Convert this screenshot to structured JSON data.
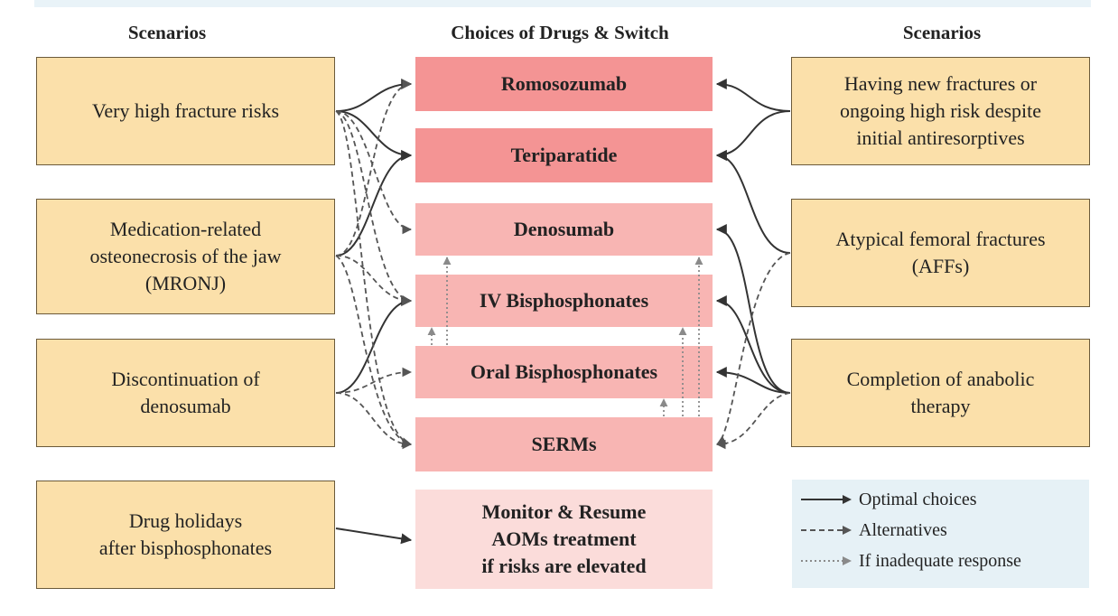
{
  "headers": {
    "left": "Scenarios",
    "center": "Choices of Drugs & Switch",
    "right": "Scenarios"
  },
  "scenarios_left": [
    {
      "label": "Very high fracture risks"
    },
    {
      "label": "Medication-related\nosteonecrosis of the jaw\n(MRONJ)"
    },
    {
      "label": "Discontinuation of\ndenosumab"
    },
    {
      "label": "Drug holidays\nafter bisphosphonates"
    }
  ],
  "drugs": [
    {
      "label": "Romosozumab",
      "color": "#f49494"
    },
    {
      "label": "Teriparatide",
      "color": "#f49494"
    },
    {
      "label": "Denosumab",
      "color": "#f8b5b3"
    },
    {
      "label": "IV Bisphosphonates",
      "color": "#f8b5b3"
    },
    {
      "label": "Oral Bisphosphonates",
      "color": "#f8b5b3"
    },
    {
      "label": "SERMs",
      "color": "#f8b5b3"
    },
    {
      "label": "Monitor & Resume\nAOMs treatment\nif risks are elevated",
      "color": "#fbdcda"
    }
  ],
  "scenarios_right": [
    {
      "label": "Having new fractures or\nongoing high risk despite\ninitial antiresorptives"
    },
    {
      "label": "Atypical femoral fractures\n(AFFs)"
    },
    {
      "label": "Completion of anabolic\ntherapy"
    }
  ],
  "legend": {
    "optimal": "Optimal choices",
    "alternatives": "Alternatives",
    "inadequate": "If inadequate response"
  },
  "colors": {
    "scenario_fill": "#fbe0aa",
    "solid_arrow": "#333333",
    "dashed_arrow": "#555555",
    "dotted_arrow": "#8a8a8a",
    "legend_bg": "#e6f1f6"
  }
}
